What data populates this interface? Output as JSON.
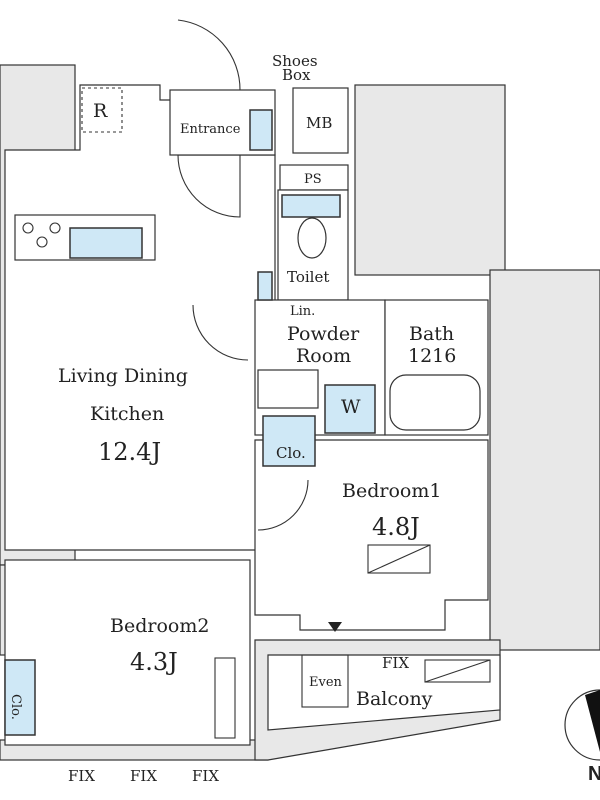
{
  "rooms": {
    "shoes_box": [
      "Shoes",
      "Box"
    ],
    "mb": "MB",
    "ps": "PS",
    "r": "R",
    "entrance": "Entrance",
    "toilet": "Toilet",
    "linen": "Lin.",
    "powder_room": [
      "Powder",
      "Room"
    ],
    "bath": [
      "Bath",
      "1216"
    ],
    "washer": "W",
    "ldk": [
      "Living Dining",
      "Kitchen",
      "12.4J"
    ],
    "closet1": "Clo.",
    "bedroom1": [
      "Bedroom1",
      "4.8J"
    ],
    "bedroom2": [
      "Bedroom2",
      "4.3J"
    ],
    "closet2": "Clo.",
    "balcony": "Balcony",
    "even": "Even",
    "fix_balcony": "FIX",
    "fix_bottom": [
      "FIX",
      "FIX",
      "FIX"
    ]
  },
  "compass": {
    "north": "N"
  }
}
